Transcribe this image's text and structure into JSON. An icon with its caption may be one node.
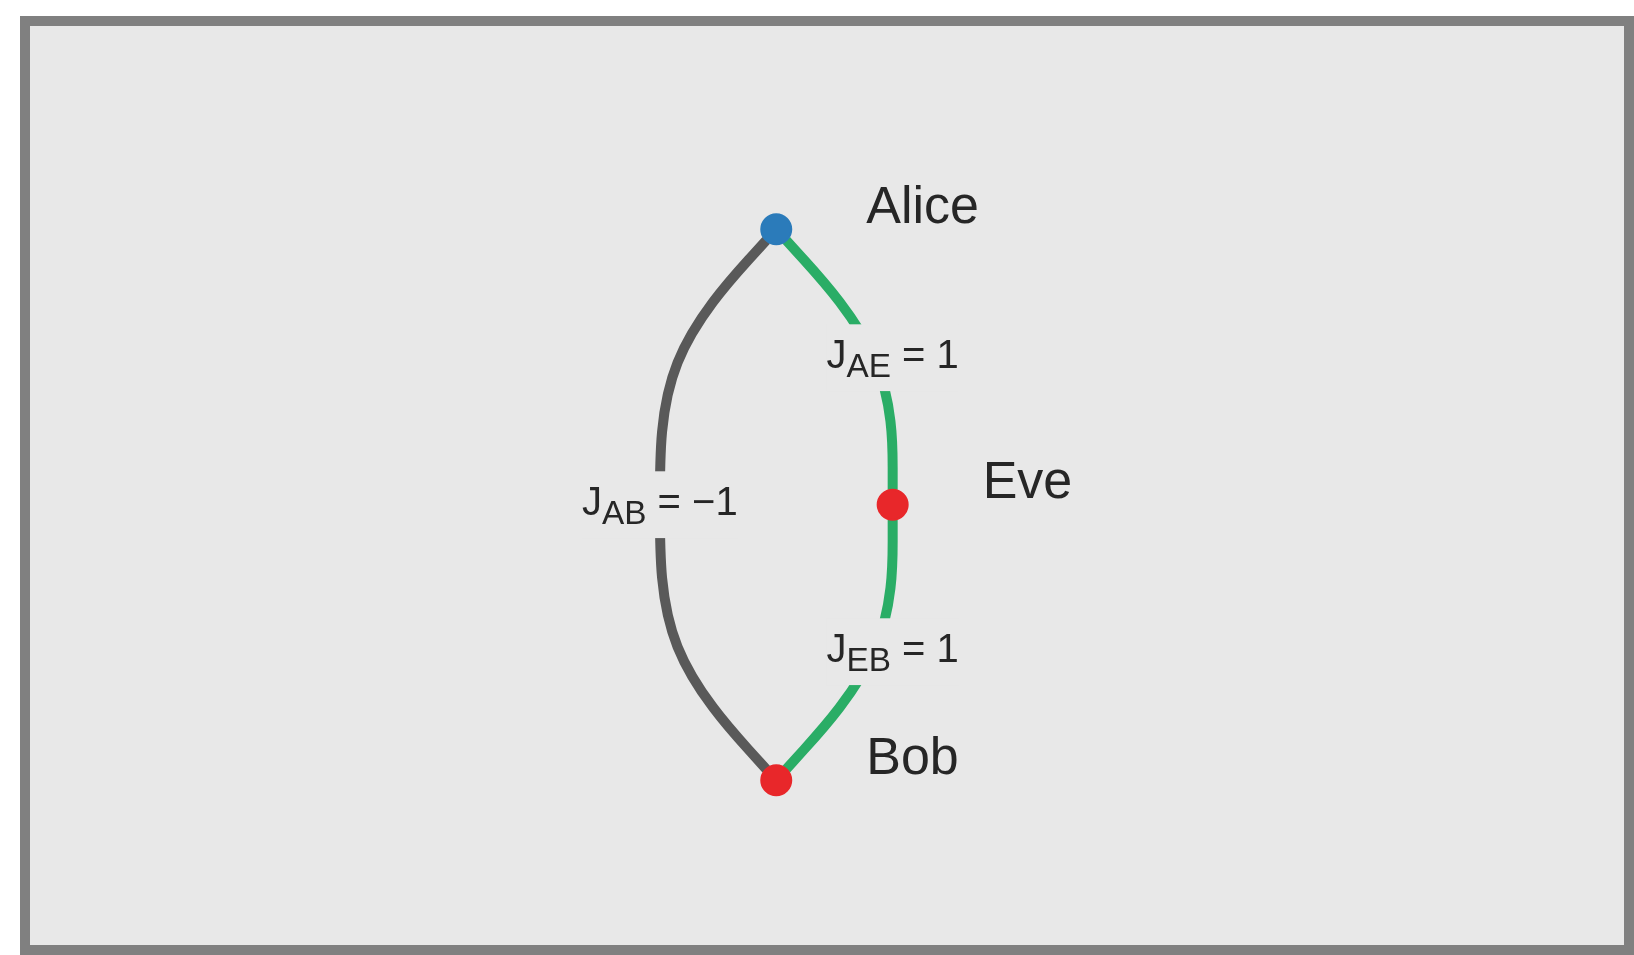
{
  "diagram": {
    "nodes": [
      {
        "text": [],
        "shape": "circle",
        "beside": [
          "Alice"
        ]
      },
      {
        "text": [],
        "shape": "circle",
        "beside": [
          "Eve"
        ]
      },
      {
        "text": [],
        "shape": "circle",
        "beside": [
          "Bob"
        ]
      }
    ],
    "edges": [
      {
        "from": 0,
        "to": 1,
        "arrow": "none",
        "label": "J$_{AE}$ = 1"
      },
      {
        "from": 0,
        "to": 2,
        "arrow": "none",
        "label": "J$_{AB}$ = −1",
        "color": "#595959"
      },
      {
        "from": 1,
        "to": 2,
        "arrow": "none",
        "label": "J$_{EB}$ = 1"
      }
    ]
  }
}
